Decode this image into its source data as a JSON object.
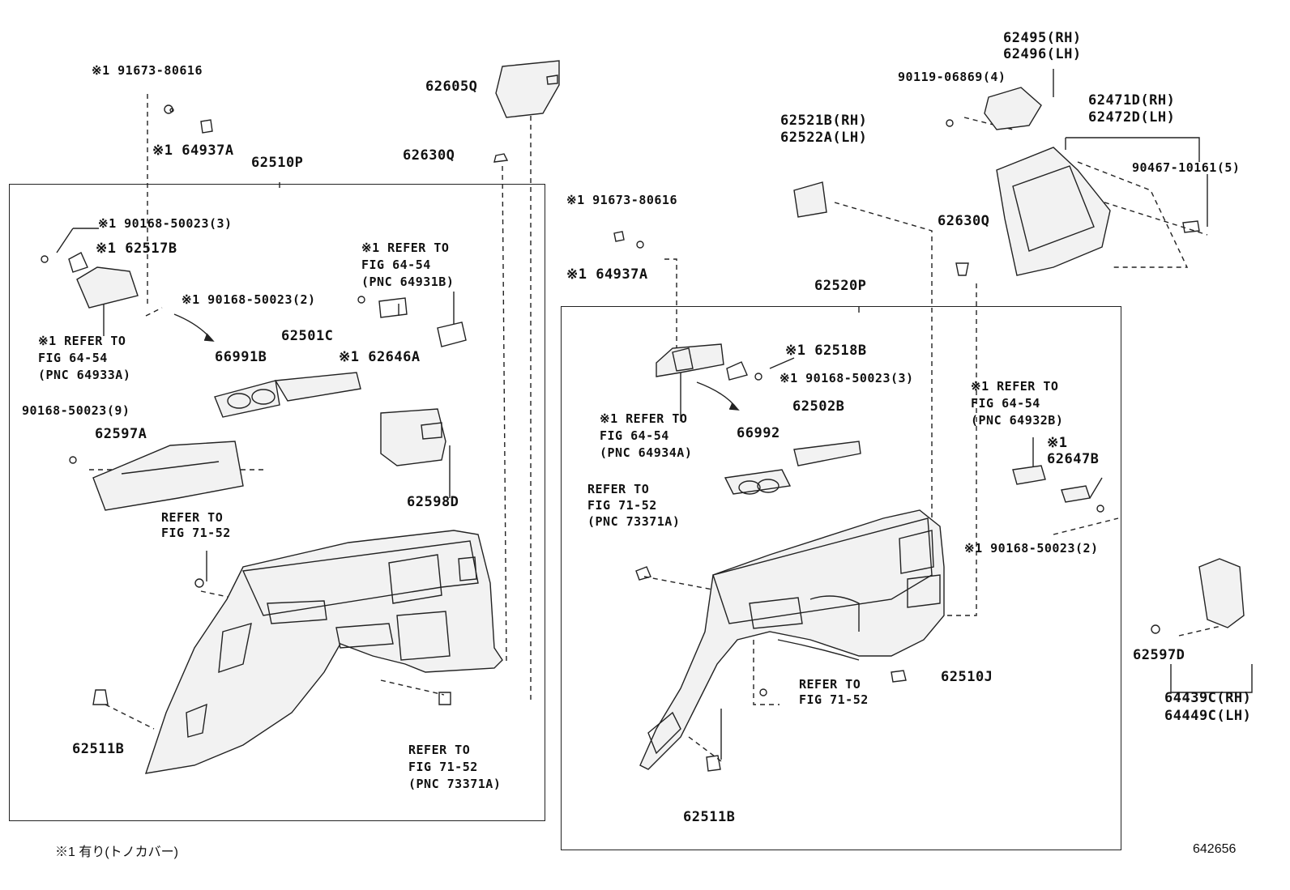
{
  "left_assembly": {
    "title": "62510P",
    "refs": [
      {
        "id": "L1",
        "text": "※1 91673-80616"
      },
      {
        "id": "L2",
        "text": "※1 64937A"
      },
      {
        "id": "L3",
        "text": "62605Q"
      },
      {
        "id": "L4",
        "text": "62630Q"
      },
      {
        "id": "L5",
        "text": "※1 90168-50023(3)"
      },
      {
        "id": "L6",
        "text": "※1 62517B"
      },
      {
        "id": "L7",
        "text": "※1 REFER TO\nFIG 64-54\n(PNC 64931B)"
      },
      {
        "id": "L8",
        "text": "※1 90168-50023(2)"
      },
      {
        "id": "L9",
        "text": "62501C"
      },
      {
        "id": "L10",
        "text": "66991B"
      },
      {
        "id": "L11",
        "text": "※1 62646A"
      },
      {
        "id": "L12",
        "text": "※1 REFER TO\nFIG 64-54\n(PNC 64933A)"
      },
      {
        "id": "L13",
        "text": "90168-50023(9)"
      },
      {
        "id": "L14",
        "text": "62597A"
      },
      {
        "id": "L15",
        "text": "62598D"
      },
      {
        "id": "L16",
        "text": "REFER TO\nFIG 71-52"
      },
      {
        "id": "L17",
        "text": "62511B"
      },
      {
        "id": "L18",
        "text": "REFER TO\nFIG 71-52\n(PNC 73371A)"
      }
    ]
  },
  "right_assembly": {
    "title": "62520P",
    "refs": [
      {
        "id": "R1",
        "text": "62495(RH)\n62496(LH)"
      },
      {
        "id": "R2",
        "text": "90119-06869(4)"
      },
      {
        "id": "R3",
        "text": "62471D(RH)\n62472D(LH)"
      },
      {
        "id": "R4",
        "text": "62521B(RH)\n62522A(LH)"
      },
      {
        "id": "R5",
        "text": "90467-10161(5)"
      },
      {
        "id": "R6",
        "text": "※1 91673-80616"
      },
      {
        "id": "R7",
        "text": "62630Q"
      },
      {
        "id": "R8",
        "text": "※1 64937A"
      },
      {
        "id": "R9",
        "text": "※1 62518B"
      },
      {
        "id": "R10",
        "text": "※1 90168-50023(3)"
      },
      {
        "id": "R11",
        "text": "※1 REFER TO\nFIG 64-54\n(PNC 64932B)"
      },
      {
        "id": "R12",
        "text": "※1 REFER TO\nFIG 64-54\n(PNC 64934A)"
      },
      {
        "id": "R13",
        "text": "62502B"
      },
      {
        "id": "R14",
        "text": "66992"
      },
      {
        "id": "R15",
        "text": "※1\n62647B"
      },
      {
        "id": "R16",
        "text": "REFER TO\nFIG 71-52\n(PNC 73371A)"
      },
      {
        "id": "R17",
        "text": "※1 90168-50023(2)"
      },
      {
        "id": "R18",
        "text": "62510J"
      },
      {
        "id": "R19",
        "text": "REFER TO\nFIG 71-52"
      },
      {
        "id": "R20",
        "text": "62597D"
      },
      {
        "id": "R21",
        "text": "64439C(RH)\n64449C(LH)"
      },
      {
        "id": "R22",
        "text": "62511B"
      }
    ]
  },
  "footnote": "※1 有り(トノカバー)",
  "figure_number": "642656",
  "colors": {
    "ink": "#222222",
    "paper": "#ffffff",
    "part_fill": "#ececec"
  }
}
